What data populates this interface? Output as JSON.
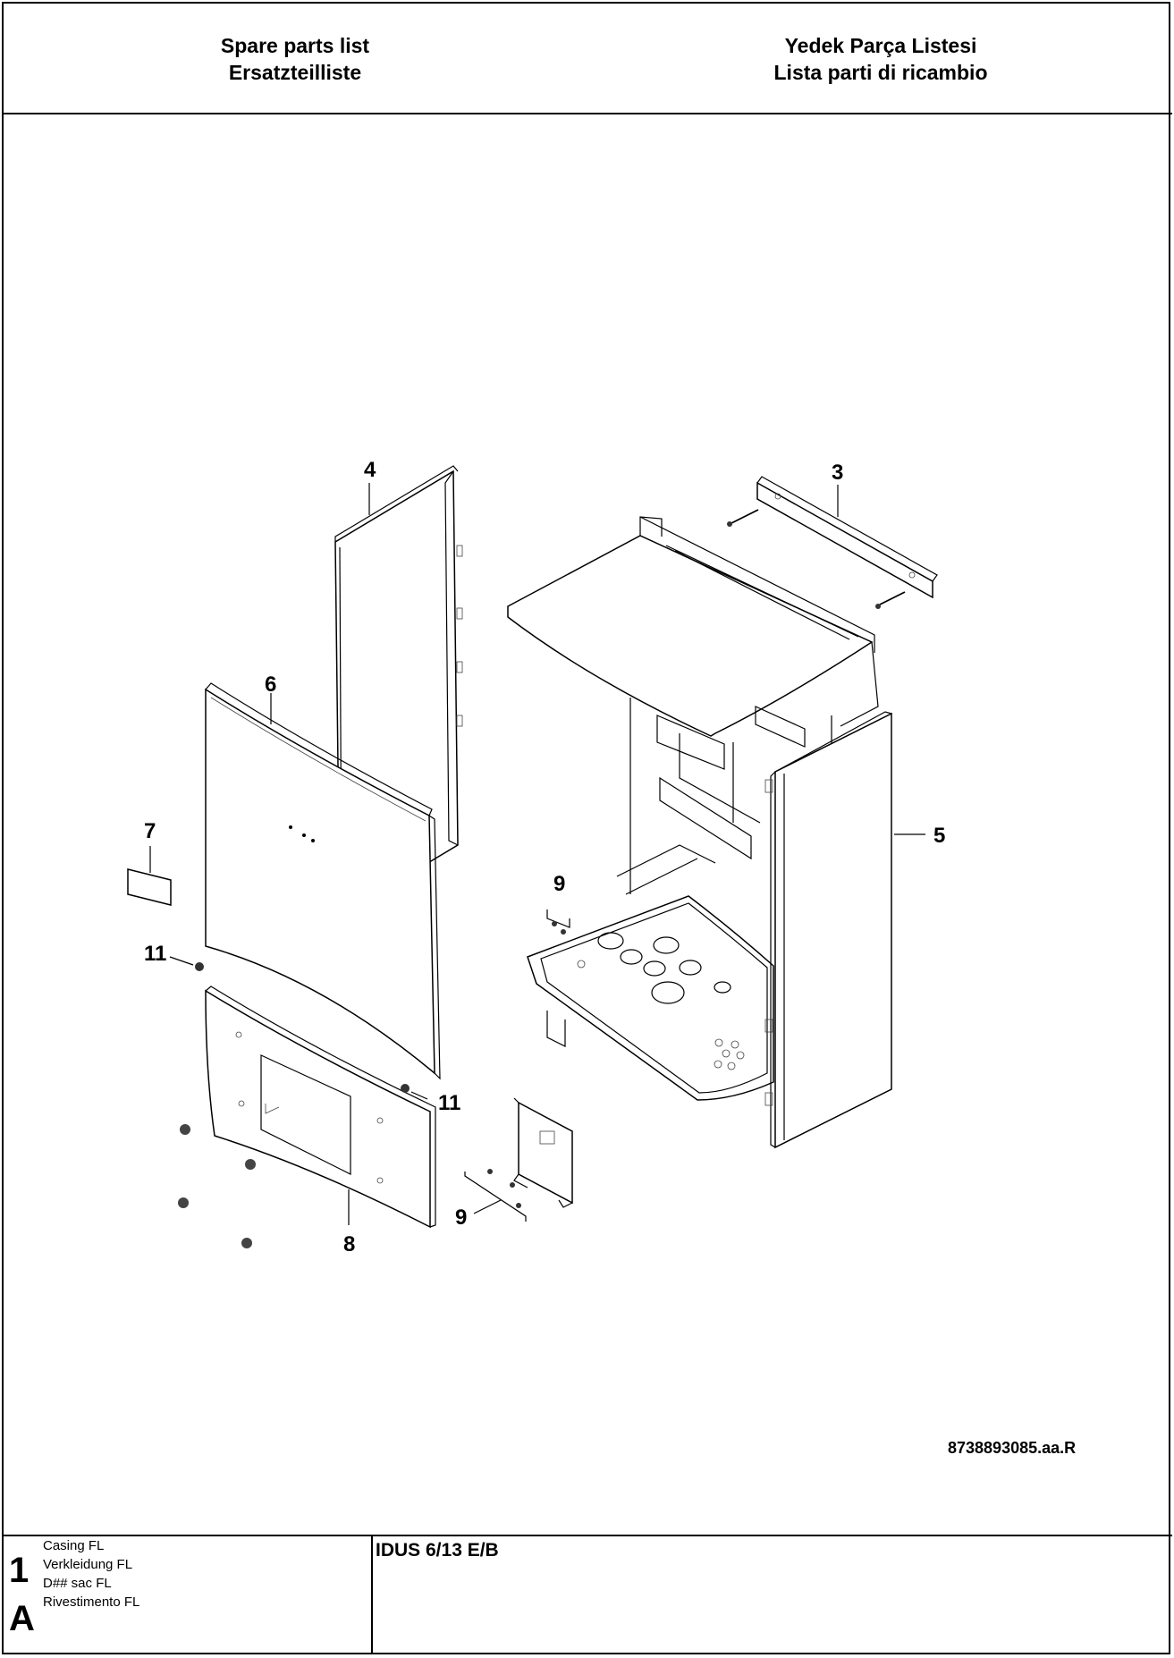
{
  "header": {
    "left": [
      "Spare parts list",
      "Ersatzteilliste"
    ],
    "right": [
      "Yedek Parça Listesi",
      "Lista parti di ricambio"
    ]
  },
  "callouts": {
    "c3": "3",
    "c4": "4",
    "c5": "5",
    "c6": "6",
    "c7": "7",
    "c8": "8",
    "c9a": "9",
    "c9b": "9",
    "c11a": "11",
    "c11b": "11"
  },
  "document_number": "8738893085.aa.R",
  "footer": {
    "page_number": "1",
    "page_letter": "A",
    "caption": [
      "Casing FL",
      "Verkleidung FL",
      "D## sac FL",
      "Rivestimento FL"
    ],
    "model": "IDUS 6/13 E/B"
  }
}
